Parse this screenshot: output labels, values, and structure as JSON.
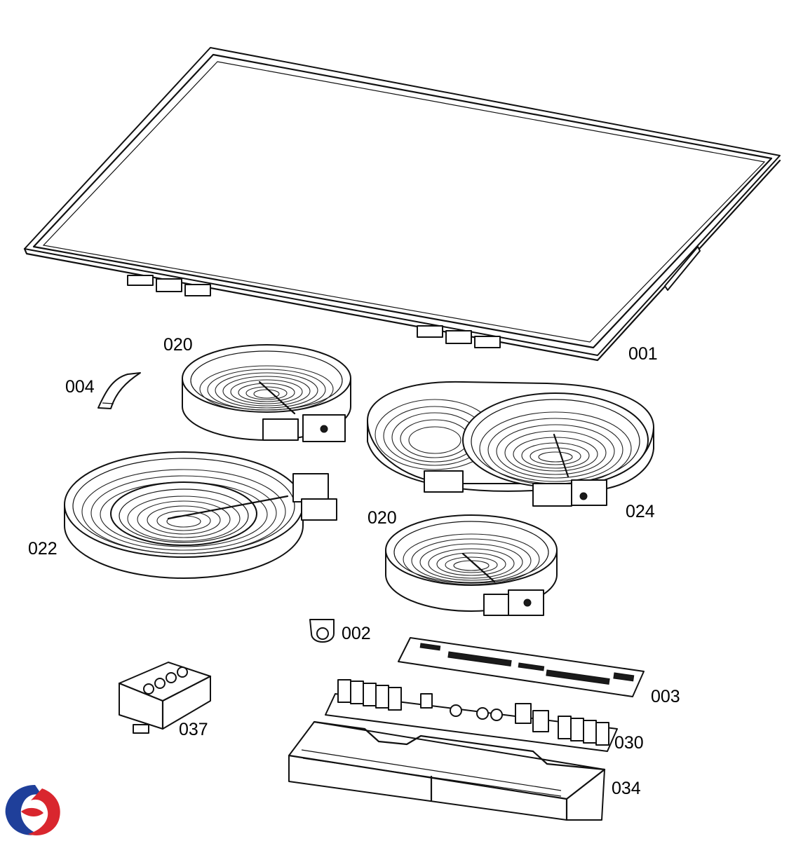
{
  "labels": {
    "p001": "001",
    "p002": "002",
    "p003": "003",
    "p004": "004",
    "p020a": "020",
    "p020b": "020",
    "p022": "022",
    "p024": "024",
    "p030": "030",
    "p034": "034",
    "p037": "037"
  },
  "logo": {
    "colors": [
      "#1f3f9a",
      "#d9262e"
    ]
  },
  "colors": {
    "line": "#111111",
    "background": "#ffffff"
  }
}
